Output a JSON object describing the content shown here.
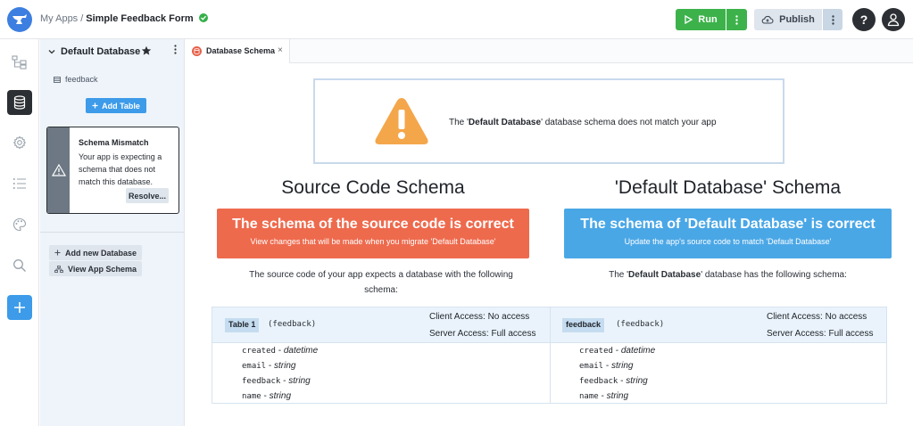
{
  "header": {
    "crumb_root": "My Apps",
    "crumb_sep": "/",
    "app_name": "Simple Feedback Form",
    "run_label": "Run",
    "publish_label": "Publish",
    "help_label": "?"
  },
  "panel": {
    "db_title": "Default Database",
    "table_name": "feedback",
    "add_table_label": "Add Table",
    "mismatch_title": "Schema Mismatch",
    "mismatch_text": "Your app is expecting a schema that does not match this database.",
    "resolve_label": "Resolve...",
    "add_db_label": "Add new Database",
    "view_schema_label": "View App Schema"
  },
  "tab": {
    "label": "Database Schema",
    "close": "×"
  },
  "warning": {
    "pre": "The '",
    "db": "Default Database",
    "post": "' database schema does not match your app"
  },
  "source": {
    "title": "Source Code Schema",
    "btn_big": "The schema of the source code is correct",
    "btn_small": "View changes that will be made when you migrate 'Default Database'",
    "desc": "The source code of your app expects a database with the following schema:",
    "table_label": "Table 1",
    "table_sub": "(feedback)",
    "client_access": "Client Access: No access",
    "server_access": "Server Access: Full access"
  },
  "database": {
    "title": "'Default Database' Schema",
    "btn_big": "The schema of 'Default Database' is correct",
    "btn_small": "Update the app's source code to match 'Default Database'",
    "desc_pre": "The '",
    "desc_db": "Default Database",
    "desc_post": "' database has the following schema:",
    "table_label": "feedback",
    "table_sub": "(feedback)",
    "client_access": "Client Access: No access",
    "server_access": "Server Access: Full access"
  },
  "fields": [
    {
      "name": "created",
      "type": "datetime"
    },
    {
      "name": "email",
      "type": "string"
    },
    {
      "name": "feedback",
      "type": "string"
    },
    {
      "name": "name",
      "type": "string"
    }
  ],
  "field_sep": " - ",
  "colors": {
    "run_green": "#3db24b",
    "accent_blue": "#3d9be9",
    "correct_red": "#ee6a4d",
    "correct_blue": "#4aa7e6",
    "warning_orange": "#f4a64a"
  }
}
